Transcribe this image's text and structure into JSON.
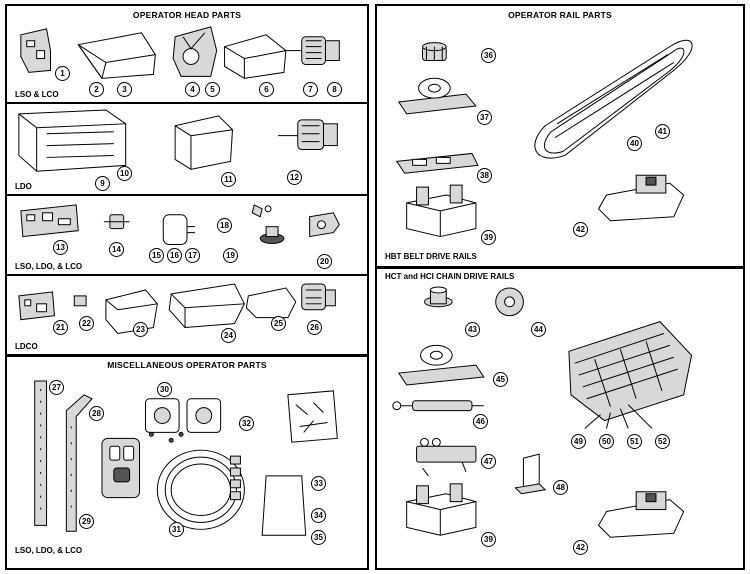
{
  "left_panel": {
    "operator_head": {
      "title": "OPERATOR HEAD PARTS",
      "groups": [
        {
          "label": "LSO & LCO",
          "parts": [
            "1",
            "2",
            "3",
            "4",
            "5",
            "6",
            "7",
            "8"
          ]
        },
        {
          "label": "LDO",
          "parts": [
            "9",
            "10",
            "11",
            "12"
          ]
        },
        {
          "label": "LSO, LDO, & LCO",
          "parts": [
            "13",
            "14",
            "15",
            "16",
            "17",
            "18",
            "19",
            "20"
          ]
        },
        {
          "label": "LDCO",
          "parts": [
            "21",
            "22",
            "23",
            "24",
            "25",
            "26"
          ]
        }
      ]
    },
    "misc": {
      "title": "MISCELLANEOUS OPERATOR PARTS",
      "group_label": "LSO, LDO, & LCO",
      "parts": [
        "27",
        "28",
        "29",
        "30",
        "31",
        "32",
        "33",
        "34",
        "35"
      ]
    }
  },
  "right_panel": {
    "rail": {
      "title": "OPERATOR RAIL PARTS",
      "group_label": "HBT BELT DRIVE RAILS",
      "parts": [
        "36",
        "37",
        "38",
        "39",
        "40",
        "41",
        "42"
      ]
    },
    "chain": {
      "title": "HCT and HCI CHAIN DRIVE RAILS",
      "parts": [
        "43",
        "44",
        "45",
        "46",
        "47",
        "48",
        "49",
        "50",
        "51",
        "52",
        "39",
        "42"
      ]
    }
  }
}
